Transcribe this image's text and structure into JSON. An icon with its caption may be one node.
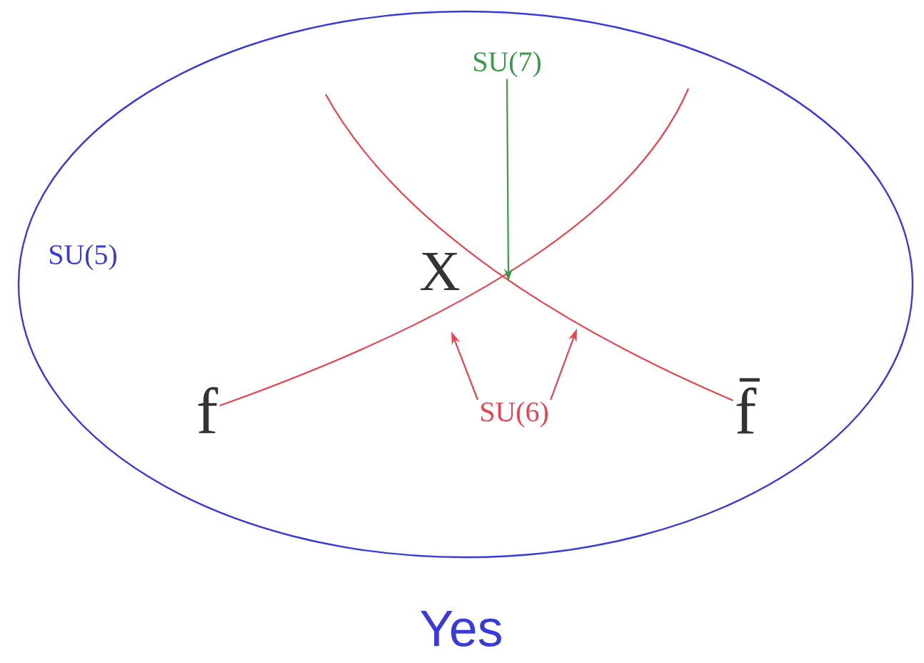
{
  "diagram": {
    "caption": "Yes",
    "nodes": [
      {
        "text": [
          "SU(5)"
        ]
      },
      {
        "text": [
          "X"
        ],
        "in": 0
      },
      {
        "text": [
          "f"
        ],
        "in": 0
      },
      {
        "text": [
          "f̄"
        ],
        "in": 0
      },
      {
        "text": [
          "SU(7)"
        ],
        "in": 0
      },
      {
        "text": [
          "SU(6)"
        ],
        "in": 0
      }
    ],
    "edges": [
      {
        "from": 2,
        "to": null,
        "arrow": "none"
      },
      {
        "from": null,
        "to": 3,
        "arrow": "none"
      },
      {
        "from": 4,
        "to": null,
        "arrow": "to",
        "color": "#3a9a4a"
      },
      {
        "from": 5,
        "to": null,
        "arrow": "to"
      },
      {
        "from": 5,
        "to": null,
        "arrow": "to"
      }
    ]
  }
}
